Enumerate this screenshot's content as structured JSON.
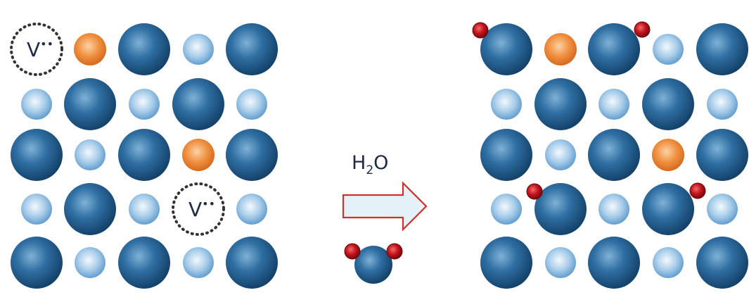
{
  "vacancy_symbol": "V",
  "vacancy_charge": "••",
  "reaction": {
    "molecule_main": "H",
    "molecule_subscript": "2",
    "molecule_tail": "O"
  },
  "colors": {
    "large_ion": "#1f5a8c",
    "small_ion": "#9cc7e8",
    "dopant_ion": "#ee8a3c",
    "proton": "#c0141e",
    "arrow_fill": "#e4f1f8",
    "arrow_stroke": "#d0312b",
    "vacancy_ring": "#333333"
  }
}
